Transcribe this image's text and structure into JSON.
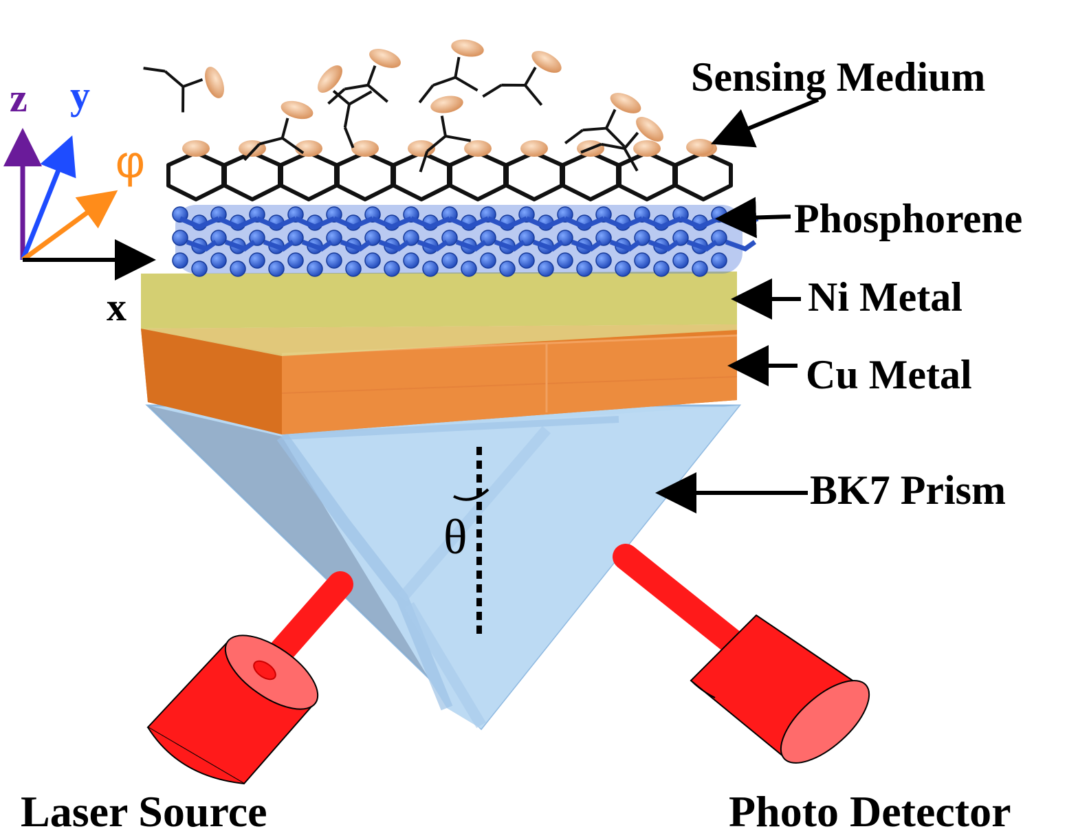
{
  "axes": {
    "z_label": "z",
    "y_label": "y",
    "phi_label": "φ",
    "x_label": "x",
    "z_color": "#6a1b9a",
    "y_color": "#1e4cff",
    "phi_color": "#ff8c1a",
    "x_color": "#000000"
  },
  "layers": {
    "sensing_medium": "Sensing Medium",
    "phosphorene": "Phosphorene",
    "ni_metal": "Ni Metal",
    "cu_metal": "Cu Metal",
    "prism": "BK7 Prism"
  },
  "angle_label": "θ",
  "devices": {
    "laser_source": "Laser Source",
    "photo_detector": "Photo Detector"
  },
  "colors": {
    "ni": "#d4cf72",
    "cu": "#e98a3a",
    "prism": "#b8d8f2",
    "phosphorene": "#2d5fd6",
    "molecule": "#f0b98c",
    "device": "#ff1a1a"
  }
}
